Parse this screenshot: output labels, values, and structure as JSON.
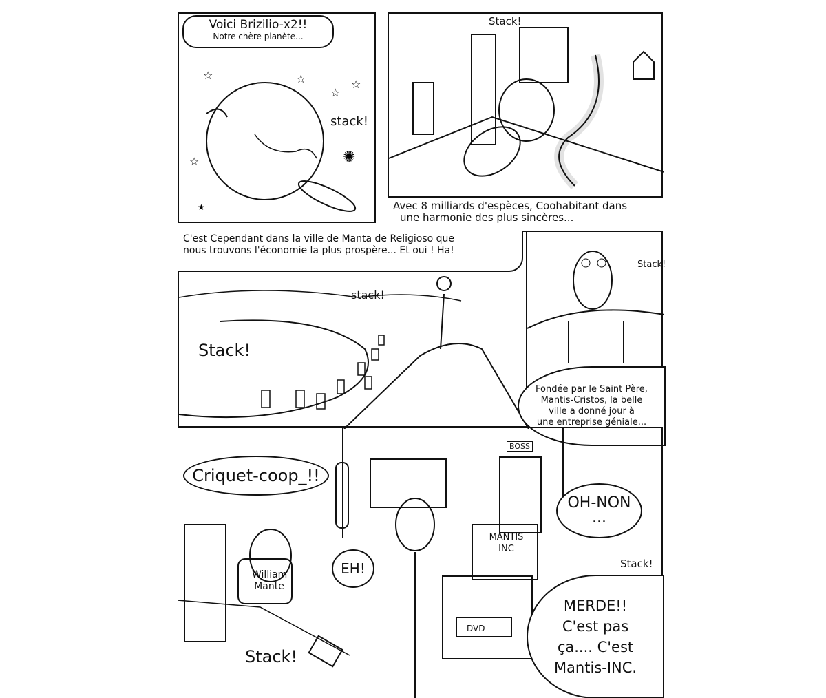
{
  "panel1": {
    "caption_line1": "Voici Brizilio-x2!!",
    "caption_line2": "Notre chère planète...",
    "sfx": "stack!"
  },
  "panel2": {
    "sfx": "Stack!",
    "caption_line1": "Avec 8 milliards d'espèces, Coohabitant dans",
    "caption_line2": "une harmonie des plus sincères..."
  },
  "panel3": {
    "caption_line1": "C'est Cependant dans la ville de Manta de Religioso que",
    "caption_line2": "nous trouvons l'économie la plus prospère... Et oui ! Ha!",
    "sfx1": "stack!",
    "sfx2": "Stack!"
  },
  "panel4": {
    "sfx": "Stack!",
    "speech": [
      "Fondée par le Saint Père,",
      "Mantis-Cristos, la belle",
      "ville a donné jour à",
      "une entreprise géniale..."
    ]
  },
  "panel5": {
    "speech_criquet": "Criquet-coop_!!",
    "can_label": [
      "William",
      "Mante"
    ],
    "speech_eh": "EH!",
    "door_sign": "BOSS",
    "tv_label": [
      "MANTIS",
      "INC"
    ],
    "dvd_label": "DVD",
    "speech_ohnon": [
      "OH-NON",
      "..."
    ],
    "sfx_right": "Stack!",
    "sfx_left": "Stack!",
    "speech_merde": [
      "MERDE!!",
      "C'est pas",
      "ça.... C'est",
      "Mantis-INC."
    ]
  }
}
